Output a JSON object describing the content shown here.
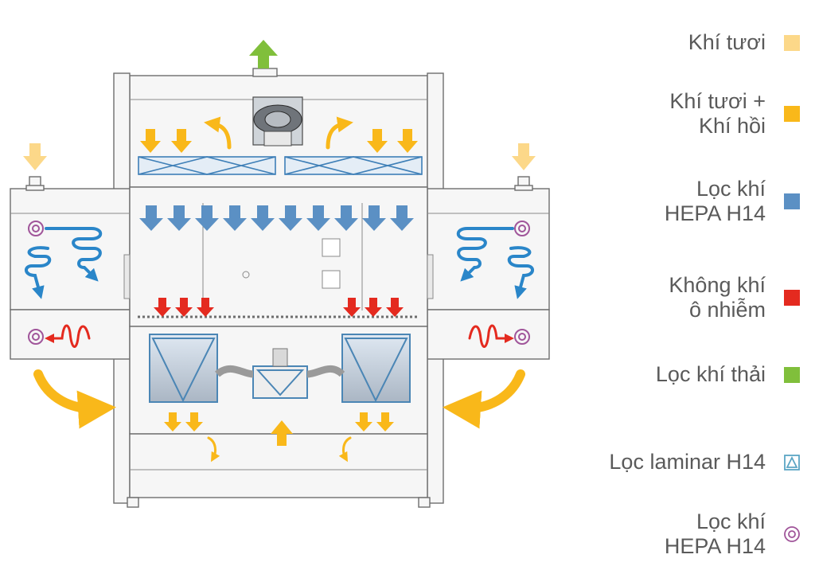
{
  "colors": {
    "fresh_air": "#fcd889",
    "fresh_return_air": "#f9b81a",
    "hepa_filter": "#5b90c4",
    "contaminated_air": "#e42a1f",
    "exhaust_filter": "#80bf3b",
    "laminar_filter": "#5ba5c4",
    "hepa_round_filter": "#a0559a",
    "frame_line": "#6e6e6e",
    "frame_fill": "#f6f6f6"
  },
  "legend": [
    {
      "key": "fresh_air",
      "lines": [
        "Khí tươi"
      ],
      "icon": "square-swatch"
    },
    {
      "key": "fresh_return_air",
      "lines": [
        "Khí tươi +",
        "Khí hồi"
      ],
      "icon": "square-swatch"
    },
    {
      "key": "hepa_filter",
      "lines": [
        "Lọc khí",
        "HEPA H14"
      ],
      "icon": "square-swatch"
    },
    {
      "key": "contaminated_air",
      "lines": [
        "Không khí",
        "ô nhiễm"
      ],
      "icon": "square-swatch"
    },
    {
      "key": "exhaust_filter",
      "lines": [
        "Lọc khí thải"
      ],
      "icon": "square-swatch"
    },
    {
      "key": "laminar_filter",
      "lines": [
        "Lọc laminar H14"
      ],
      "icon": "triangle-in-square-icon"
    },
    {
      "key": "hepa_round_filter",
      "lines": [
        "Lọc khí",
        "HEPA H14"
      ],
      "icon": "concentric-circle-icon"
    }
  ]
}
